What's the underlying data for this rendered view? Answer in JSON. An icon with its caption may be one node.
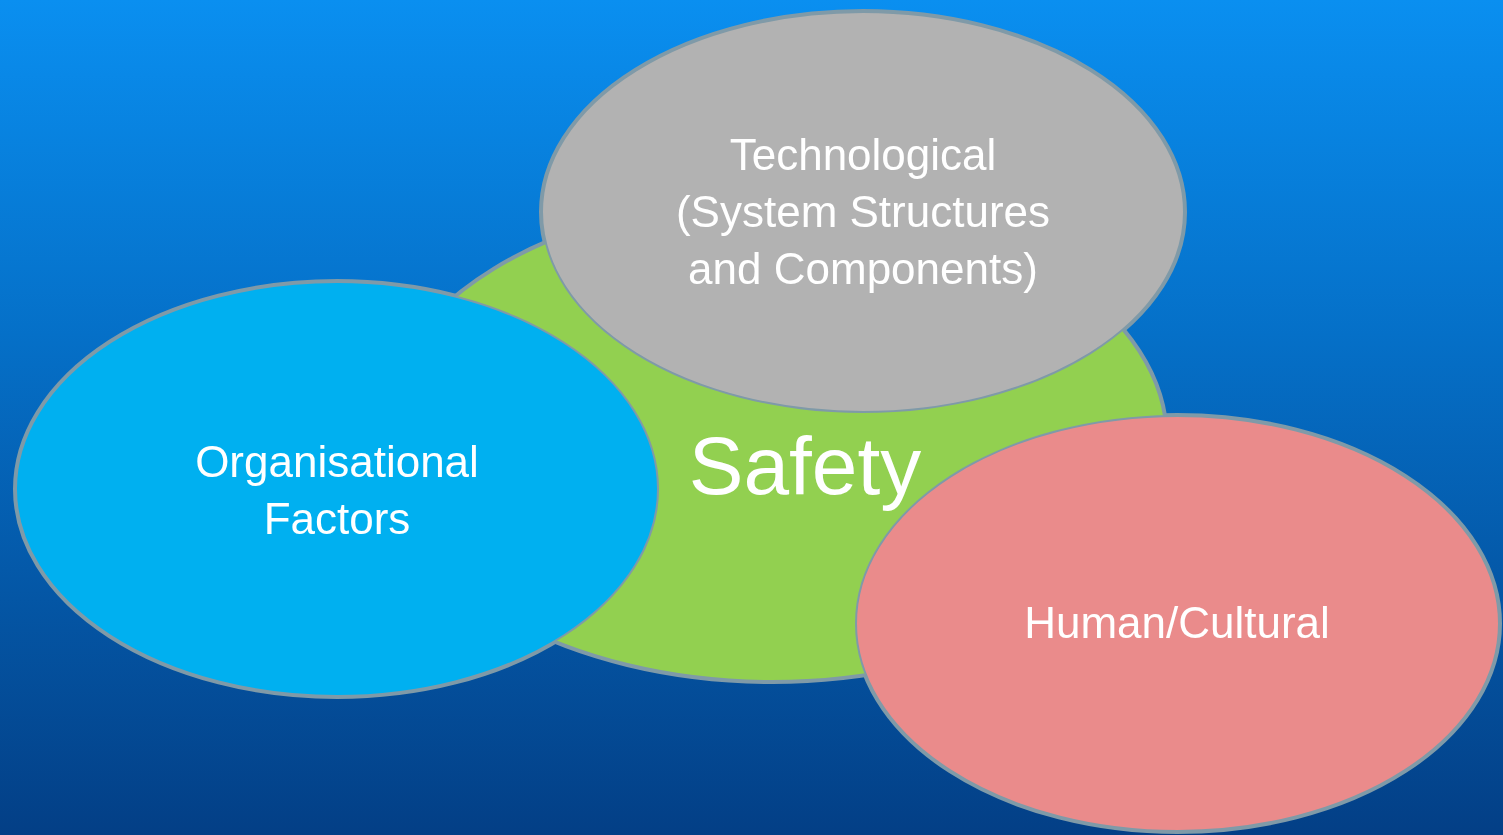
{
  "diagram": {
    "nodes": [
      {
        "text": [
          "Technological (System Structures and Components)"
        ]
      },
      {
        "text": [
          "Organisational Factors"
        ]
      },
      {
        "text": [
          "Safety"
        ]
      },
      {
        "text": [
          "Human/Cultural"
        ]
      }
    ]
  }
}
